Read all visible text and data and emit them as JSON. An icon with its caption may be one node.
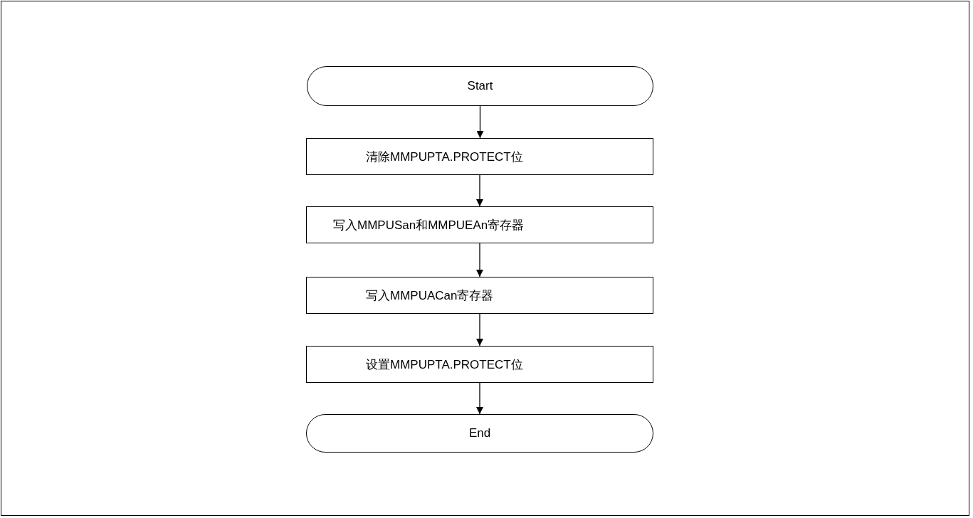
{
  "diagram": {
    "nodes": [
      {
        "text": [
          "Start"
        ]
      },
      {
        "text": [
          "清除MMPUPTA.PROTECT位"
        ]
      },
      {
        "text": [
          "写入MMPUSan和MMPUEAn寄存器"
        ]
      },
      {
        "text": [
          "写入MMPUACan寄存器"
        ]
      },
      {
        "text": [
          "设置MMPUPTA.PROTECT位"
        ]
      },
      {
        "text": [
          "End"
        ]
      }
    ],
    "edges": [
      {
        "from": 0,
        "to": 1,
        "arrow": "to"
      },
      {
        "from": 1,
        "to": 2,
        "arrow": "to"
      },
      {
        "from": 2,
        "to": 3,
        "arrow": "to"
      },
      {
        "from": 3,
        "to": 4,
        "arrow": "to"
      },
      {
        "from": 4,
        "to": 5,
        "arrow": "to"
      }
    ]
  }
}
